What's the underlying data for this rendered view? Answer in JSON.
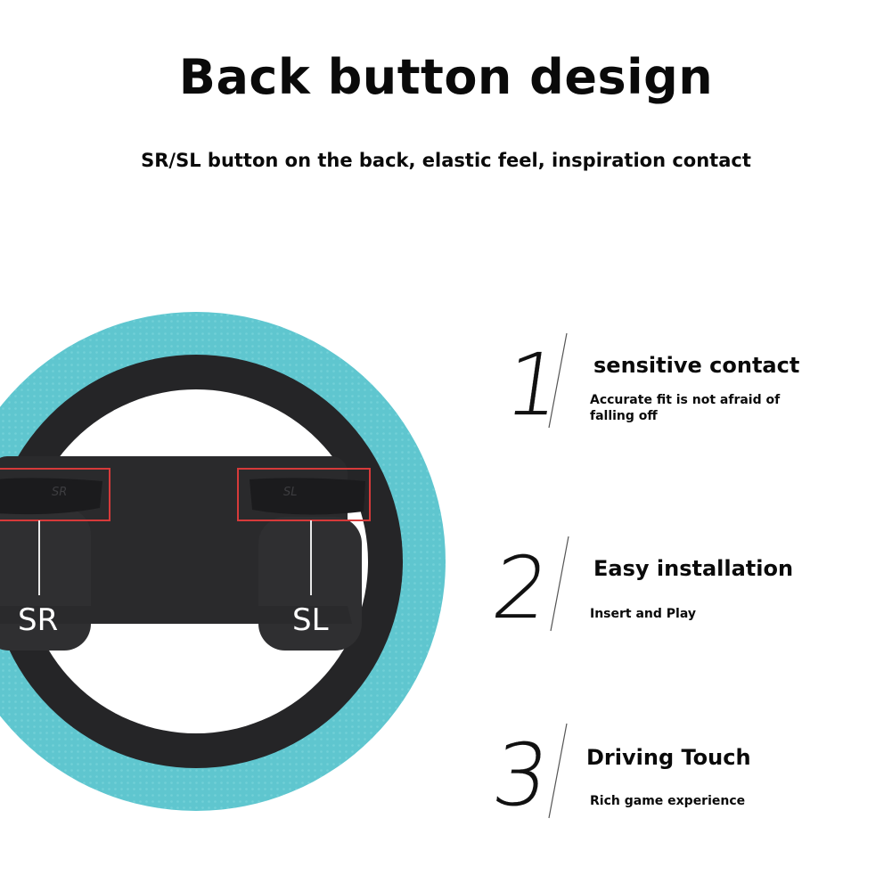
{
  "header": {
    "title": "Back button design",
    "subtitle": "SR/SL button on the back, elastic feel, inspiration contact"
  },
  "wheel": {
    "left_label": "SR",
    "right_label": "SL",
    "left_button_text": "SR",
    "right_button_text": "SL",
    "rim_color": "#5fc6cf",
    "body_color": "#2a2a2c",
    "highlight_color": "#d63a3a"
  },
  "features": [
    {
      "number": "1",
      "title": "sensitive contact",
      "description": "Accurate fit is not afraid of falling off"
    },
    {
      "number": "2",
      "title": "Easy installation",
      "description": "Insert and Play"
    },
    {
      "number": "3",
      "title": "Driving Touch",
      "description": "Rich game experience"
    }
  ]
}
